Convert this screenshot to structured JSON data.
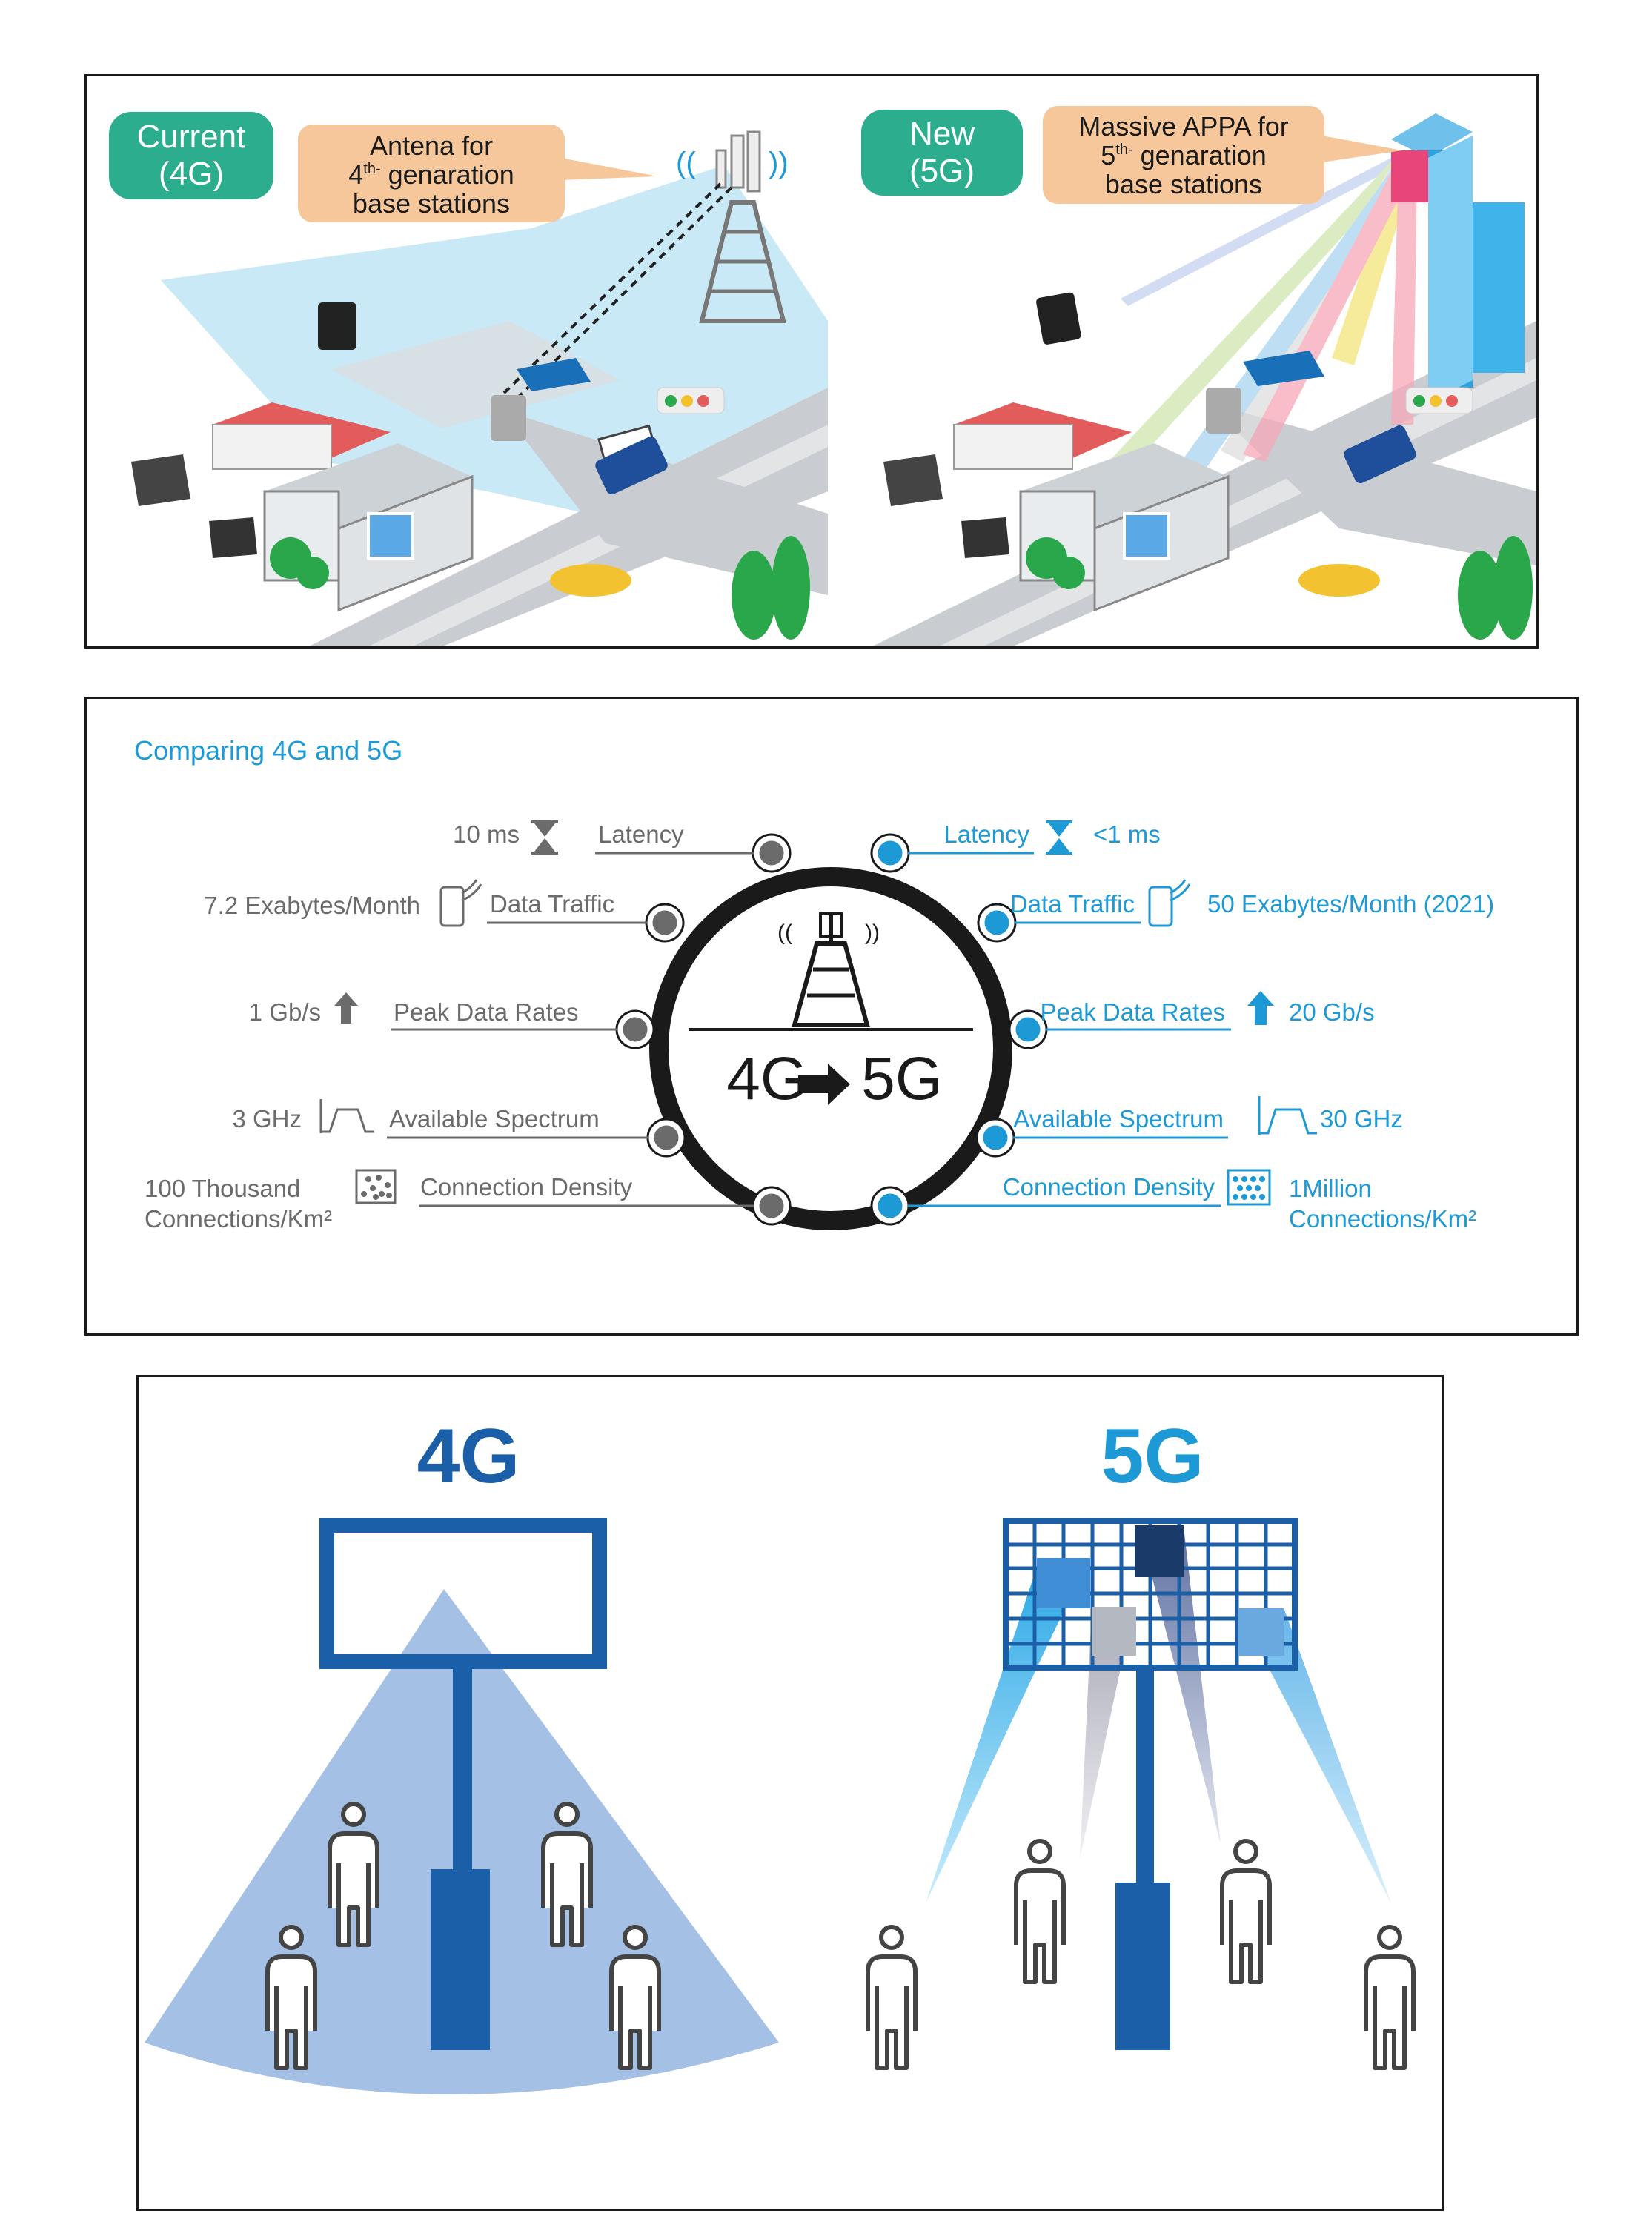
{
  "top_panel": {
    "left": {
      "badge_line1": "Current",
      "badge_line2": "(4G)",
      "callout_line1": "Antena for",
      "callout_line2_pre": "4",
      "callout_line2_sup": "th-",
      "callout_line2_post": " genaration",
      "callout_line3": "base stations"
    },
    "right": {
      "badge_line1": "New",
      "badge_line2": "(5G)",
      "callout_line1": "Massive APPA for",
      "callout_line2_pre": "5",
      "callout_line2_sup": "th-",
      "callout_line2_post": " genaration",
      "callout_line3": "base stations"
    }
  },
  "comparison": {
    "title": "Comparing 4G and 5G",
    "center_from": "4G",
    "center_to": "5G",
    "rows": [
      {
        "label": "Latency",
        "g4": "10 ms",
        "g5": "<1 ms",
        "icon": "hourglass-icon"
      },
      {
        "label": "Data Traffic",
        "g4": "7.2 Exabytes/Month",
        "g5": "50 Exabytes/Month (2021)",
        "icon": "phone-icon"
      },
      {
        "label": "Peak Data Rates",
        "g4": "1 Gb/s",
        "g5": "20 Gb/s",
        "icon": "arrow-up-icon"
      },
      {
        "label": "Available Spectrum",
        "g4": "3 GHz",
        "g5": "30 GHz",
        "icon": "spectrum-icon"
      },
      {
        "label": "Connection Density",
        "g4_line1": "100 Thousand",
        "g4_line2": "Connections/Km²",
        "g5_line1": "1Million",
        "g5_line2": "Connections/Km²",
        "icon": "density-icon"
      }
    ],
    "colors": {
      "g4": "#6b6b6b",
      "g5": "#1d9ad6"
    }
  },
  "bottom_panel": {
    "left_title": "4G",
    "right_title": "5G",
    "colors": {
      "g4_title": "#1a5fa8",
      "g5_title": "#1d9ad6",
      "beam_4g": "#8fb0de"
    }
  }
}
